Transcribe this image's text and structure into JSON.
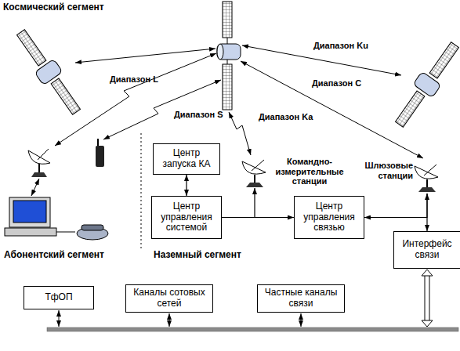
{
  "diagram": {
    "nodes": [
      {
        "text": [
          "Центр запуска КА"
        ]
      },
      {
        "text": [
          "Командно-измерительные станции"
        ]
      },
      {
        "text": [
          "Шлюзовые станции"
        ]
      },
      {
        "text": [
          "Центр управления системой"
        ]
      },
      {
        "text": [
          "Центр управления связью"
        ]
      },
      {
        "text": [
          "Интерфейс связи"
        ]
      },
      {
        "text": [
          "ТфОП"
        ]
      },
      {
        "text": [
          "Каналы сотовых сетей"
        ]
      },
      {
        "text": [
          "Частные каналы связи"
        ]
      }
    ],
    "edges": [
      {
        "from": 0,
        "to": 3,
        "arrow": "both"
      },
      {
        "from": 3,
        "to": 1,
        "arrow": "to"
      },
      {
        "from": 3,
        "to": 4,
        "arrow": "to"
      },
      {
        "from": 2,
        "to": 4,
        "arrow": "to"
      },
      {
        "from": 2,
        "to": 5,
        "arrow": "both"
      }
    ],
    "labels": [
      "Космический сегмент",
      "Диапазон Ku",
      "Диапазон L",
      "Диапазон C",
      "Диапазон S",
      "Диапазон Ka",
      "Абонентский сегмент",
      "Наземный сегмент"
    ]
  }
}
